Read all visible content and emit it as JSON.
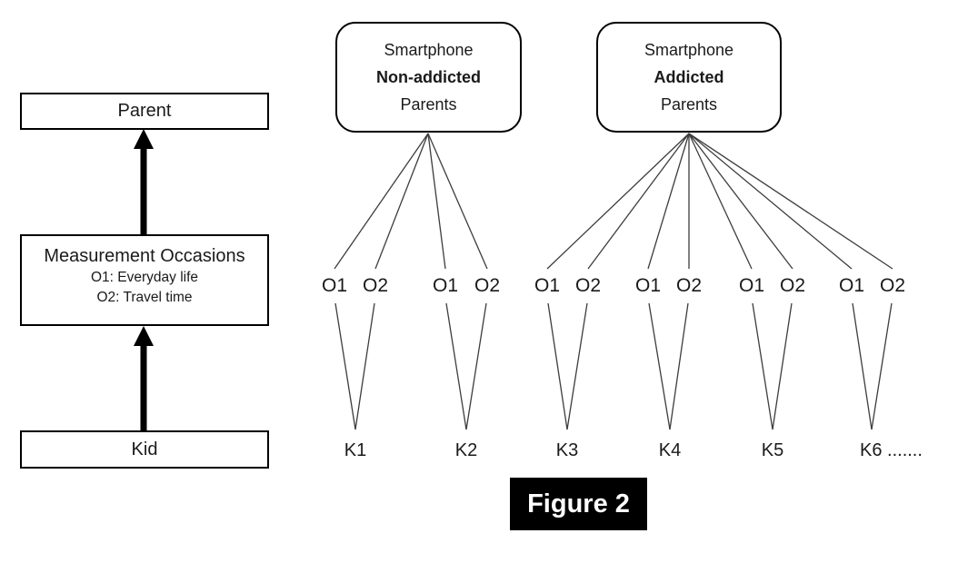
{
  "figure_caption": "Figure 2",
  "left_panel": {
    "parent_label": "Parent",
    "measurement_title": "Measurement Occasions",
    "measurement_o1": "O1: Everyday life",
    "measurement_o2": "O2: Travel time",
    "kid_label": "Kid"
  },
  "parent_groups": [
    {
      "line1": "Smartphone",
      "line2_bold": "Non-addicted",
      "line3": "Parents"
    },
    {
      "line1": "Smartphone",
      "line2_bold": "Addicted",
      "line3": "Parents"
    }
  ],
  "occasion_label_o1": "O1",
  "occasion_label_o2": "O2",
  "kids": {
    "k1": "K1",
    "k2": "K2",
    "k3": "K3",
    "k4": "K4",
    "k5": "K5",
    "k6": "K6 ......."
  },
  "colors": {
    "connector_line": "#3d3d3d",
    "box_border": "#000000",
    "arrow": "#000000",
    "caption_background": "#000000",
    "caption_text": "#ffffff",
    "page_background": "#ffffff"
  }
}
